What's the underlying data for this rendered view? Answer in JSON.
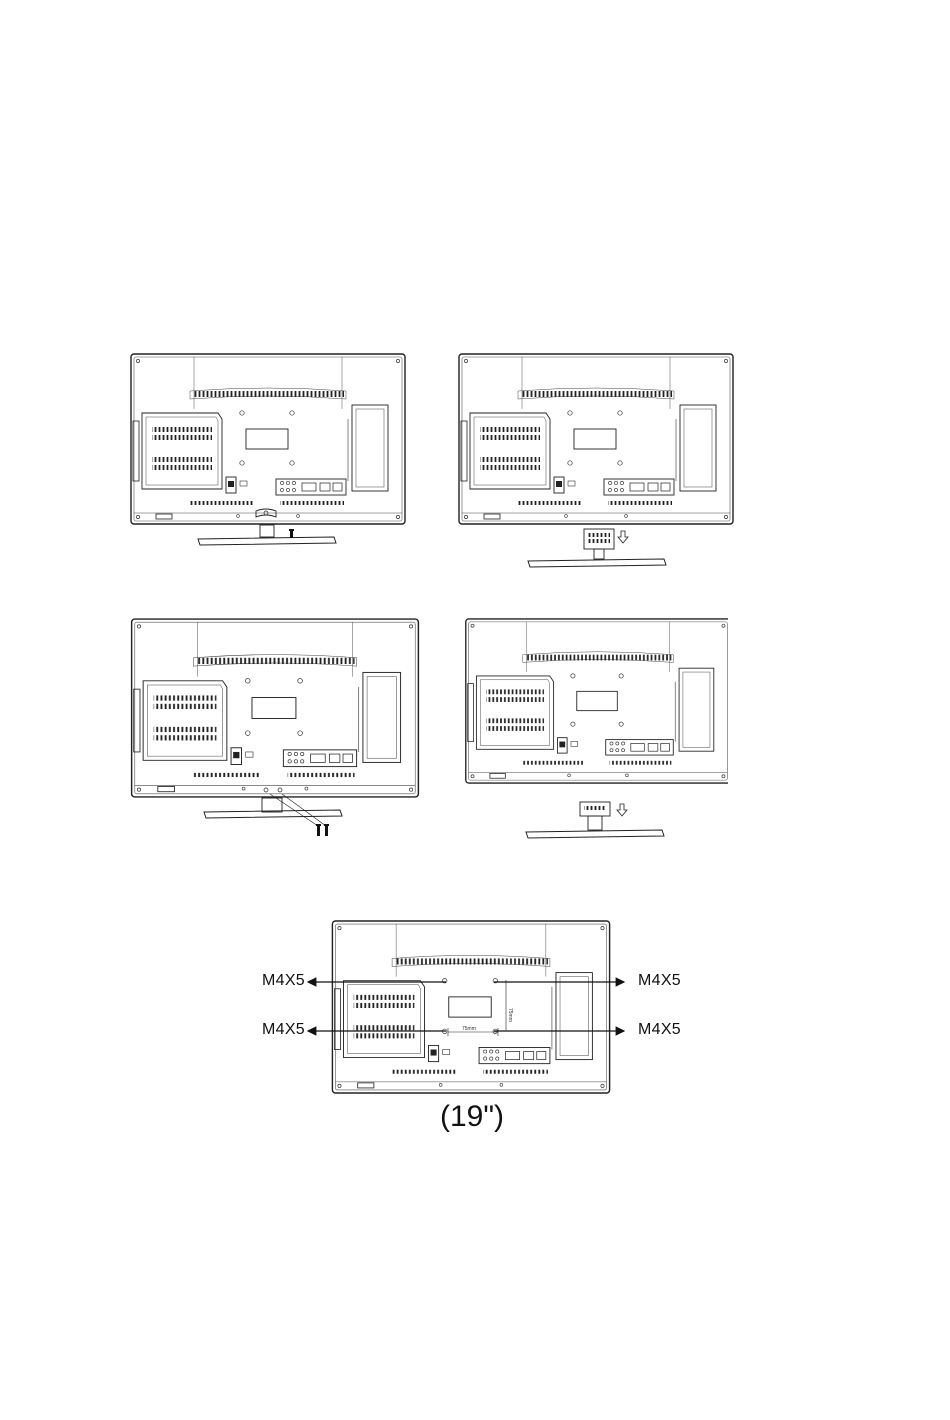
{
  "mount_diagram": {
    "screw_labels": [
      "M4X5",
      "M4X5",
      "M4X5",
      "M4X5"
    ],
    "dimension_labels": [
      "75mm",
      "75mm"
    ],
    "caption": "(19\")"
  },
  "icons": {
    "arrow_down": "hollow-down-arrow-icon",
    "screw": "screw-icon"
  }
}
